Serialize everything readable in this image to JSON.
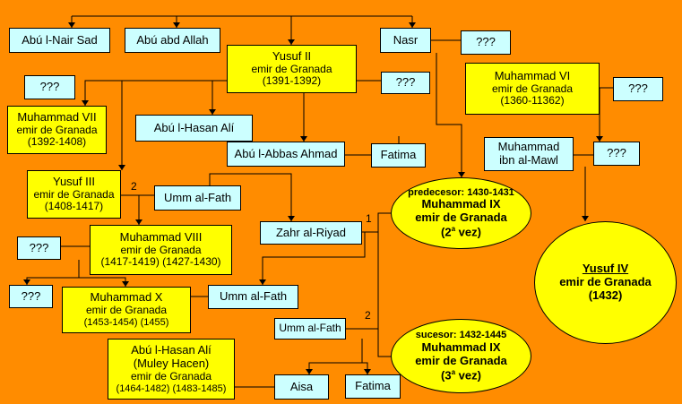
{
  "unknown": "???",
  "nodes": {
    "abu_nair_sad": "Abú l-Nair Sad",
    "abu_abd_allah": "Abú abd Allah",
    "yusuf2": {
      "name": "Yusuf II",
      "title": "emir de Granada",
      "dates": "(1391-1392)"
    },
    "nasr": "Nasr",
    "muhammad6": {
      "name": "Muhammad VI",
      "title": "emir de Granada",
      "dates": "(1360-11362)"
    },
    "muhammad7": {
      "name": "Muhammad VII",
      "title": "emir de Granada",
      "dates": "(1392-1408)"
    },
    "abu_hasan_ali_1": "Abú l-Hasan Alí",
    "abu_abbas_ahmad": "Abú l-Abbas Ahmad",
    "fatima_1": "Fatima",
    "muhammad_ibn_mawl": {
      "line1": "Muhammad",
      "line2": "ibn al-Mawl"
    },
    "yusuf3": {
      "name": "Yusuf III",
      "title": "emir de Granada",
      "dates": "(1408-1417)"
    },
    "umm_al_fath_1": "Umm al-Fath",
    "muhammad9_a": {
      "pre": "predecesor: 1430-1431",
      "name": "Muhammad IX",
      "title": "emir de Granada",
      "vez_num": "(2",
      "vez_sup": "a",
      "vez_end": " vez)"
    },
    "zahr_al_riyad": "Zahr al-Riyad",
    "muhammad8": {
      "name": "Muhammad VIII",
      "title": "emir de Granada",
      "dates": "(1417-1419) (1427-1430)"
    },
    "yusuf4": {
      "name": "Yusuf IV",
      "title": "emir de Granada",
      "dates": "(1432)"
    },
    "muhammad10": {
      "name": "Muhammad X",
      "title": "emir de Granada",
      "dates": "(1453-1454) (1455)"
    },
    "umm_al_fath_2": "Umm al-Fath",
    "umm_al_fath_3": "Umm al-Fath",
    "muhammad9_b": {
      "pre": "sucesor: 1432-1445",
      "name": "Muhammad IX",
      "title": "emir de Granada",
      "vez_num": "(3",
      "vez_sup": "a",
      "vez_end": " vez)"
    },
    "abu_hasan_ali_2": {
      "name": "Abú l-Hasan Alí",
      "alias": "(Muley Hacen)",
      "title": "emir de Granada",
      "dates": "(1464-1482) (1483-1485)"
    },
    "aisa": "Aisa",
    "fatima_2": "Fatima"
  },
  "marriage_numbers": {
    "yusuf3_wife": "2",
    "muhammad9_wife1": "1",
    "muhammad9_wife2": "2"
  }
}
